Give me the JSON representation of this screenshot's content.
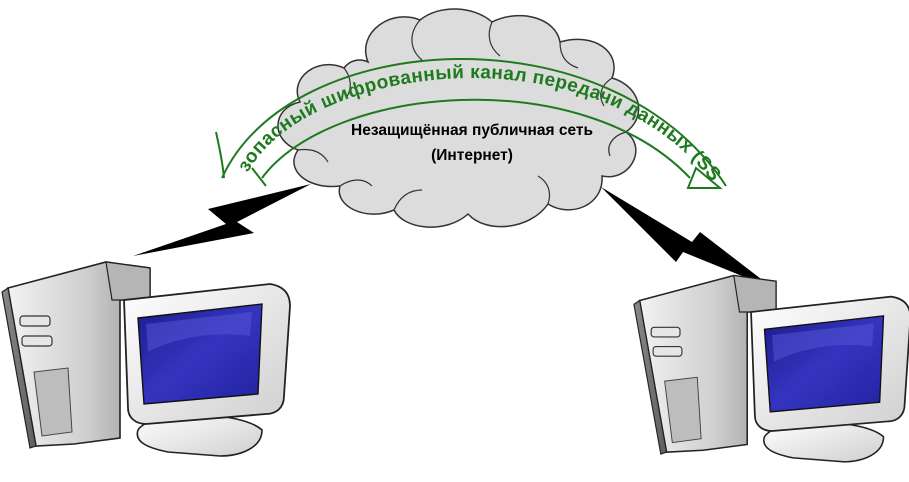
{
  "diagram": {
    "cloud_text_line1": "Незащищённая публичная сеть",
    "cloud_text_line2": "(Интернет)",
    "tunnel_text": "Безопасный шифрованный канал передачи данных (SSH)"
  },
  "colors": {
    "cloud_fill": "#dcdcdc",
    "cloud_stroke": "#333333",
    "tunnel": "#1e7a1e",
    "link": "#000000",
    "screen": "#2a2aa6",
    "case": "#c8c8c8"
  },
  "icons": {
    "cloud": "cloud-icon",
    "left_computer": "computer-icon",
    "right_computer": "computer-icon",
    "link": "lightning-link-icon"
  }
}
